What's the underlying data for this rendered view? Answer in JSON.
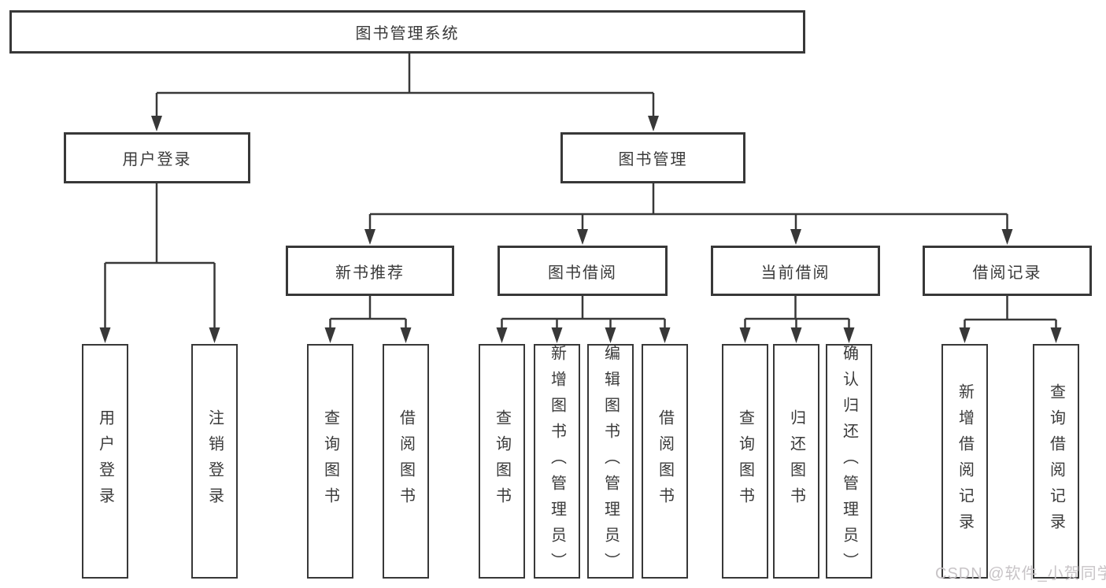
{
  "nodes": {
    "root": "图书管理系统",
    "user_login": "用户登录",
    "book_management": "图书管理",
    "new_book_recommend": "新书推荐",
    "book_borrowing": "图书借阅",
    "current_borrowing": "当前借阅",
    "borrow_records": "借阅记录"
  },
  "leaves": [
    "用户登录",
    "注销登录",
    "查询图书",
    "借阅图书",
    "查询图书",
    "新增图书（管理员）",
    "编辑图书（管理员）",
    "借阅图书",
    "查询图书",
    "归还图书",
    "确认归还（管理员）",
    "新增借阅记录",
    "查询借阅记录"
  ],
  "watermark": "CSDN @软件_小贺同学",
  "colors": {
    "line": "#383838",
    "text": "#3a3a3a",
    "watermark": "#c8c4c7",
    "background": "#ffffff"
  }
}
